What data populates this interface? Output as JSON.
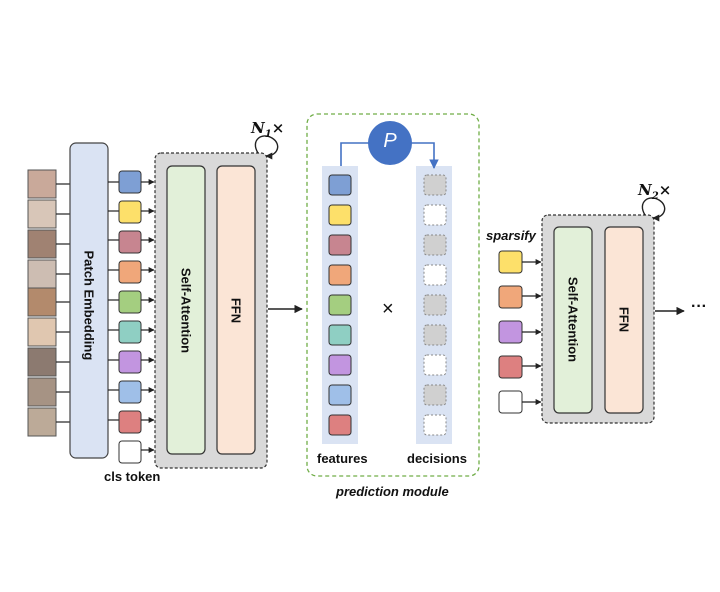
{
  "labels": {
    "patch_embedding": "Patch Embedding",
    "self_attention": "Self-Attention",
    "ffn": "FFN",
    "cls_token": "cls token",
    "n1": "N",
    "n1_sub": "1",
    "n2": "N",
    "n2_sub": "2",
    "times": "×",
    "p": "P",
    "features": "features",
    "decisions": "decisions",
    "prediction_module": "prediction module",
    "sparsify": "sparsify",
    "ellipsis": "···",
    "multiply": "×"
  },
  "colors": {
    "token_colors": [
      "#7e9fd4",
      "#fde06a",
      "#c78590",
      "#f0a77a",
      "#a4ce80",
      "#8fcfc3",
      "#c295e0",
      "#9fbfe8",
      "#dd8080",
      "#ffffff"
    ],
    "feature_colors": [
      "#7e9fd4",
      "#fde06a",
      "#c78590",
      "#f0a77a",
      "#a4ce80",
      "#8fcfc3",
      "#c295e0",
      "#9fbfe8",
      "#dd8080"
    ],
    "sparse_colors": [
      "#fde06a",
      "#f0a77a",
      "#c295e0",
      "#dd8080",
      "#ffffff"
    ],
    "self_attention_fill": "#e2f0d9",
    "ffn_fill": "#fbe5d6",
    "patch_embedding_fill": "#dae3f3",
    "p_circle": "#4472c4",
    "module_border": "#70ad47"
  }
}
